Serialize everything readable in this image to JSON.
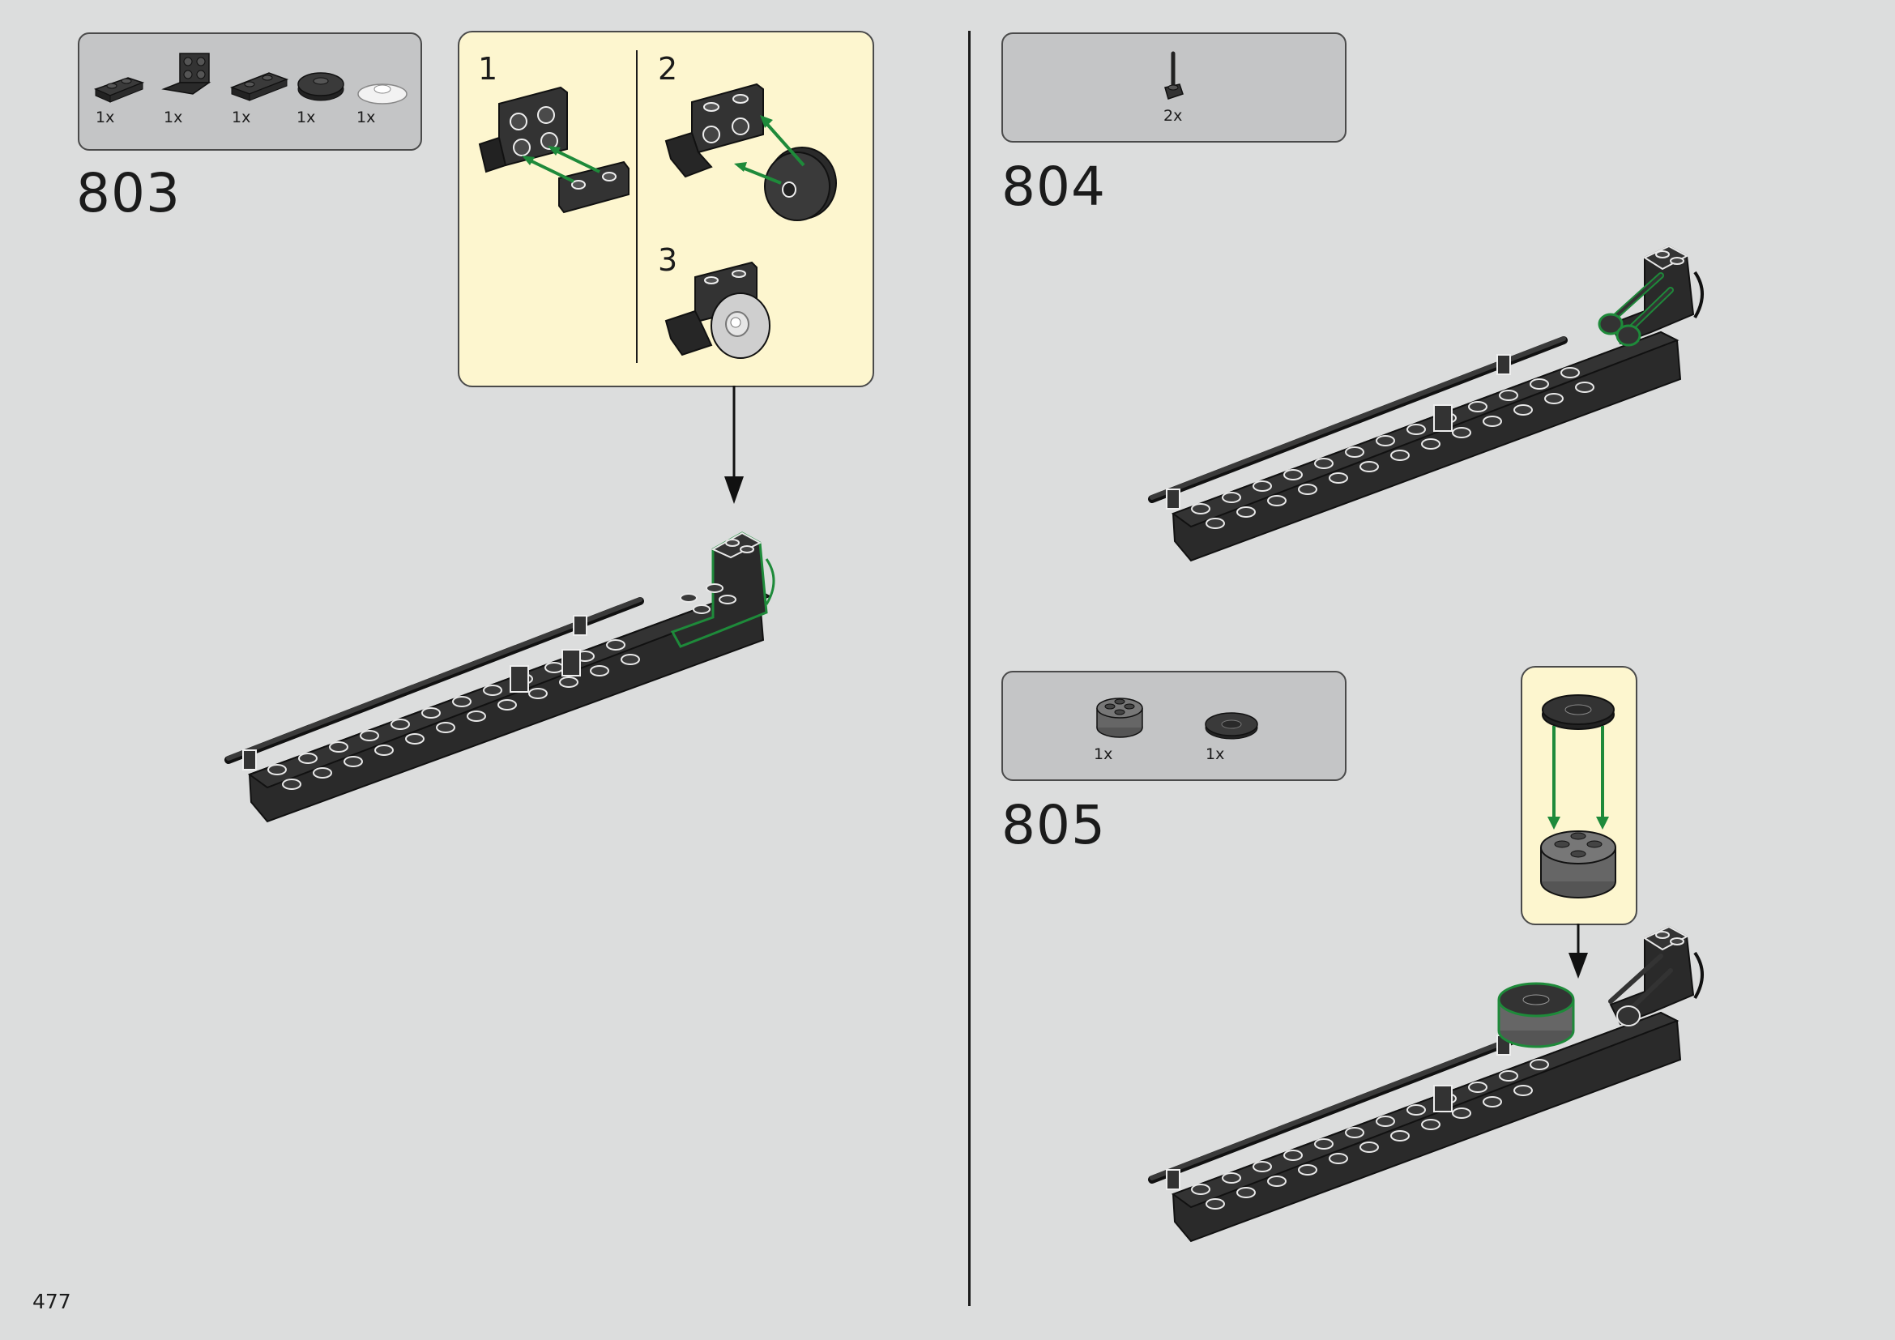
{
  "page_number": "477",
  "colors": {
    "background": "#dcdddd",
    "parts_box": "#c4c5c6",
    "sub_assembly_box": "#fdf6cf",
    "brick_dark": "#2e2e2e",
    "brick_gray": "#6b6b6b",
    "highlight_green": "#1e8a3a"
  },
  "steps": [
    {
      "number": "803",
      "parts": [
        {
          "icon": "plate-1x2-icon",
          "qty": "1x"
        },
        {
          "icon": "bracket-2x2-icon",
          "qty": "1x"
        },
        {
          "icon": "plate-with-clip-icon",
          "qty": "1x"
        },
        {
          "icon": "round-plate-dark-icon",
          "qty": "1x"
        },
        {
          "icon": "dish-white-icon",
          "qty": "1x"
        }
      ],
      "sub_steps": [
        {
          "number": "1"
        },
        {
          "number": "2"
        },
        {
          "number": "3"
        }
      ]
    },
    {
      "number": "804",
      "parts": [
        {
          "icon": "bar-with-stud-icon",
          "qty": "2x"
        }
      ]
    },
    {
      "number": "805",
      "parts": [
        {
          "icon": "round-brick-2x2-icon",
          "qty": "1x"
        },
        {
          "icon": "round-tile-2x2-icon",
          "qty": "1x"
        }
      ]
    }
  ]
}
